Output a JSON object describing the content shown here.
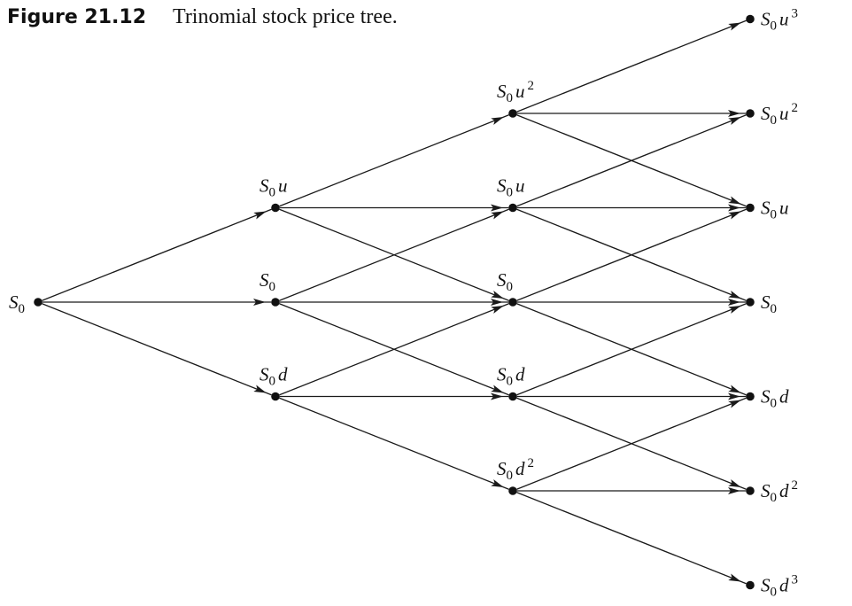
{
  "figure": {
    "number": "Figure 21.12",
    "title": "Trinomial stock price tree."
  },
  "tree": {
    "levels": [
      [
        {
          "label": "S0",
          "base": "S",
          "sub": "0",
          "factor": "",
          "power": ""
        }
      ],
      [
        {
          "label": "S0u",
          "base": "S",
          "sub": "0",
          "factor": "u",
          "power": ""
        },
        {
          "label": "S0",
          "base": "S",
          "sub": "0",
          "factor": "",
          "power": ""
        },
        {
          "label": "S0d",
          "base": "S",
          "sub": "0",
          "factor": "d",
          "power": ""
        }
      ],
      [
        {
          "label": "S0u2",
          "base": "S",
          "sub": "0",
          "factor": "u",
          "power": "2"
        },
        {
          "label": "S0u",
          "base": "S",
          "sub": "0",
          "factor": "u",
          "power": ""
        },
        {
          "label": "S0",
          "base": "S",
          "sub": "0",
          "factor": "",
          "power": ""
        },
        {
          "label": "S0d",
          "base": "S",
          "sub": "0",
          "factor": "d",
          "power": ""
        },
        {
          "label": "S0d2",
          "base": "S",
          "sub": "0",
          "factor": "d",
          "power": "2"
        }
      ],
      [
        {
          "label": "S0u3",
          "base": "S",
          "sub": "0",
          "factor": "u",
          "power": "3"
        },
        {
          "label": "S0u2",
          "base": "S",
          "sub": "0",
          "factor": "u",
          "power": "2"
        },
        {
          "label": "S0u",
          "base": "S",
          "sub": "0",
          "factor": "u",
          "power": ""
        },
        {
          "label": "S0",
          "base": "S",
          "sub": "0",
          "factor": "",
          "power": ""
        },
        {
          "label": "S0d",
          "base": "S",
          "sub": "0",
          "factor": "d",
          "power": ""
        },
        {
          "label": "S0d2",
          "base": "S",
          "sub": "0",
          "factor": "d",
          "power": "2"
        },
        {
          "label": "S0d3",
          "base": "S",
          "sub": "0",
          "factor": "d",
          "power": "3"
        }
      ]
    ],
    "branching": [
      "up",
      "middle",
      "down"
    ]
  }
}
